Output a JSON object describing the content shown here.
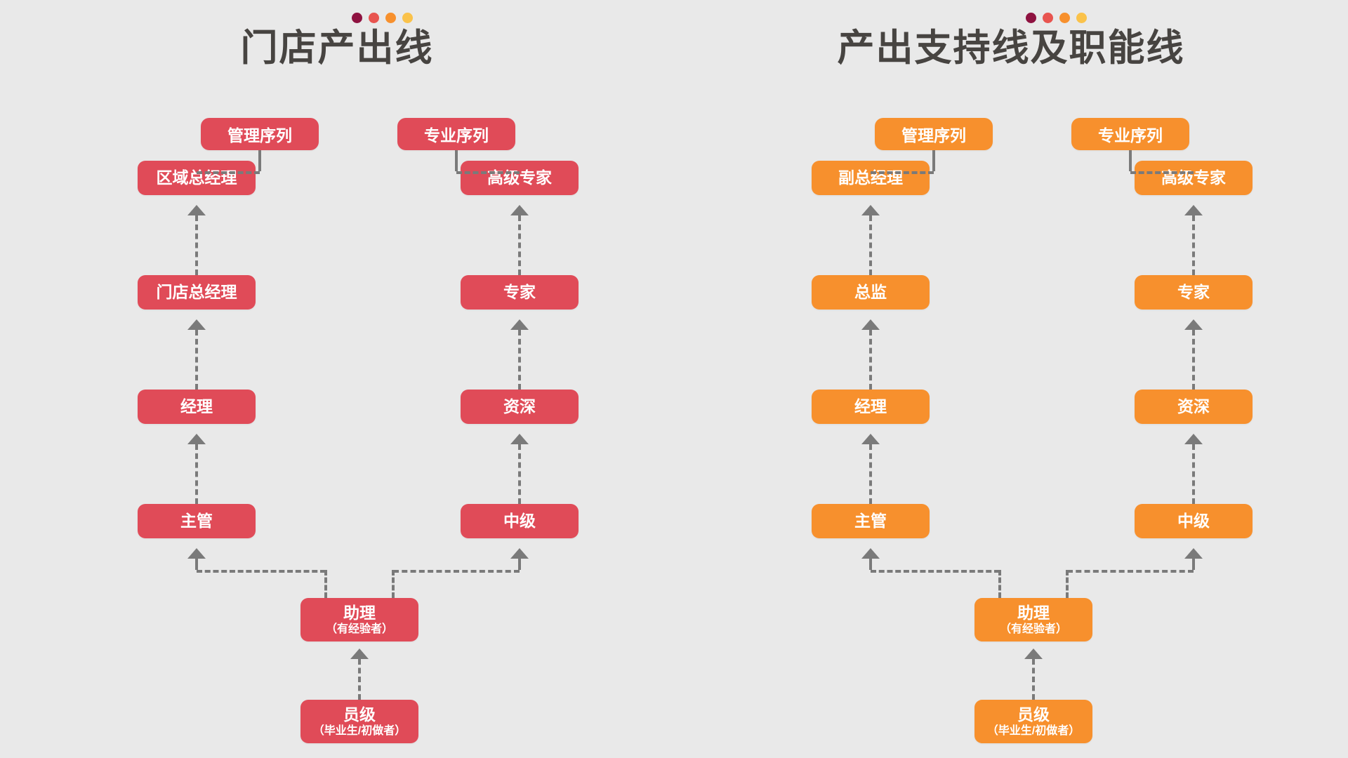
{
  "theme": {
    "background": "#e9e9e9",
    "title_color": "#474441",
    "connector_color": "#7a7a7a",
    "left_accent": "#e04b58",
    "right_accent": "#f7902d",
    "dot_colors": [
      "#8e1240",
      "#e8544f",
      "#f7902d",
      "#fac24a"
    ]
  },
  "panels": [
    {
      "id": "store-output-line",
      "title": "门店产出线",
      "accent": "#e04b58",
      "sequences": [
        {
          "id": "management",
          "label": "管理序列"
        },
        {
          "id": "professional",
          "label": "专业序列"
        }
      ],
      "management_ladder": [
        {
          "level": 5,
          "label": "区域总经理"
        },
        {
          "level": 4,
          "label": "门店总经理"
        },
        {
          "level": 3,
          "label": "经理"
        },
        {
          "level": 2,
          "label": "主管"
        }
      ],
      "professional_ladder": [
        {
          "level": 5,
          "label": "高级专家"
        },
        {
          "level": 4,
          "label": "专家"
        },
        {
          "level": 3,
          "label": "资深"
        },
        {
          "level": 2,
          "label": "中级"
        }
      ],
      "common_ladder": [
        {
          "level": 1,
          "label": "助理",
          "sublabel": "（有经验者）"
        },
        {
          "level": 0,
          "label": "员级",
          "sublabel": "（毕业生/初做者）"
        }
      ]
    },
    {
      "id": "support-and-function-line",
      "title": "产出支持线及职能线",
      "accent": "#f7902d",
      "sequences": [
        {
          "id": "management",
          "label": "管理序列"
        },
        {
          "id": "professional",
          "label": "专业序列"
        }
      ],
      "management_ladder": [
        {
          "level": 5,
          "label": "副总经理"
        },
        {
          "level": 4,
          "label": "总监"
        },
        {
          "level": 3,
          "label": "经理"
        },
        {
          "level": 2,
          "label": "主管"
        }
      ],
      "professional_ladder": [
        {
          "level": 5,
          "label": "高级专家"
        },
        {
          "level": 4,
          "label": "专家"
        },
        {
          "level": 3,
          "label": "资深"
        },
        {
          "level": 2,
          "label": "中级"
        }
      ],
      "common_ladder": [
        {
          "level": 1,
          "label": "助理",
          "sublabel": "（有经验者）"
        },
        {
          "level": 0,
          "label": "员级",
          "sublabel": "（毕业生/初做者）"
        }
      ]
    }
  ]
}
